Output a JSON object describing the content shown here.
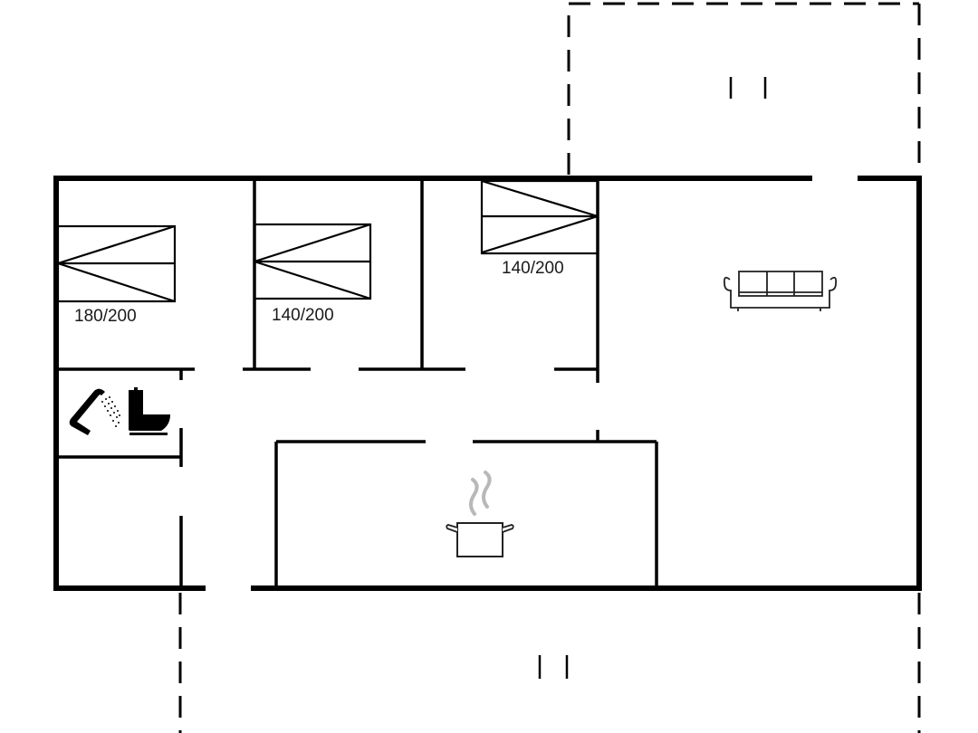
{
  "diagram": {
    "type": "floor plan",
    "colors": {
      "wall": "#000000",
      "background": "#ffffff",
      "steam": "#b8b8b8"
    },
    "rooms": [
      {
        "id": "bedroom-1",
        "bed_size": "180/200"
      },
      {
        "id": "bedroom-2",
        "bed_size": "140/200"
      },
      {
        "id": "bedroom-3",
        "bed_size": "140/200"
      },
      {
        "id": "living-room",
        "icon": "sofa-icon"
      },
      {
        "id": "kitchen",
        "icon": "cooking-pot-icon"
      },
      {
        "id": "bathroom",
        "icons": [
          "shower-icon",
          "toilet-icon"
        ]
      },
      {
        "id": "utility-room"
      },
      {
        "id": "terrace-north",
        "outline": "dashed"
      },
      {
        "id": "terrace-south",
        "outline": "dashed"
      }
    ]
  }
}
